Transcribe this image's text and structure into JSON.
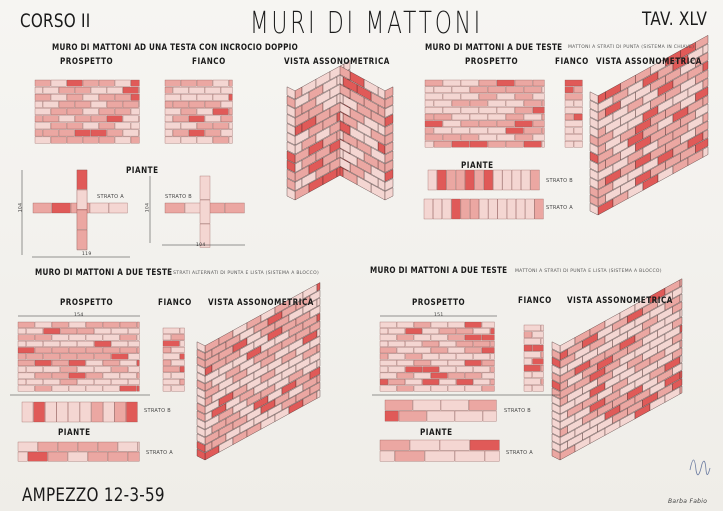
{
  "header": {
    "course": "CORSO II",
    "title": "MURI DI MATTONI",
    "plate": "TAV. XLV"
  },
  "sections": [
    {
      "title": "MURO DI MATTONI AD UNA TESTA CON INCROCIO DOPPIO",
      "note": "",
      "views": {
        "elevation": "PROSPETTO",
        "side": "FIANCO",
        "axonometric": "VISTA ASSONOMETRICA"
      },
      "plans_label": "PIANTE",
      "layers": [
        "STRATO A",
        "STRATO B"
      ],
      "dimensions": [
        "104",
        "119",
        "104",
        "104"
      ]
    },
    {
      "title": "MURO DI MATTONI A DUE TESTE",
      "note": "MATTONI A STRATI DI PUNTA (SISTEMA IN CHIAVE)",
      "views": {
        "elevation": "PROSPETTO",
        "side": "FIANCO",
        "axonometric": "VISTA ASSONOMETRICA"
      },
      "plans_label": "PIANTE",
      "layers": [
        "STRATO B",
        "STRATO A"
      ]
    },
    {
      "title": "MURO DI MATTONI A DUE TESTE",
      "note": "A STRATI ALTERNATI DI PUNTA E LISTA (SISTEMA A BLOCCO)",
      "views": {
        "elevation": "PROSPETTO",
        "side": "FIANCO",
        "axonometric": "VISTA ASSONOMETRICA"
      },
      "plans_label": "PIANTE",
      "layers": [
        "STRATO B",
        "STRATO A"
      ],
      "dimensions": [
        "154"
      ]
    },
    {
      "title": "MURO DI MATTONI A DUE TESTE",
      "note": "MATTONI A STRATI DI PUNTA E LISTA (SISTEMA A BLOCCO)",
      "views": {
        "elevation": "PROSPETTO",
        "side": "FIANCO",
        "axonometric": "VISTA ASSONOMETRICA"
      },
      "plans_label": "PIANTE",
      "layers": [
        "STRATO B",
        "STRATO A"
      ],
      "dimensions": [
        "151"
      ]
    }
  ],
  "footer": {
    "place_date": "AMPEZZO 12-3-59",
    "author": "Barba Fabio"
  },
  "colors": {
    "paper": "#f4f2ee",
    "brick_light": "#f4d6d2",
    "brick_mid": "#eba7a2",
    "brick_dark": "#e05a58",
    "ink": "#1a1a1a"
  }
}
